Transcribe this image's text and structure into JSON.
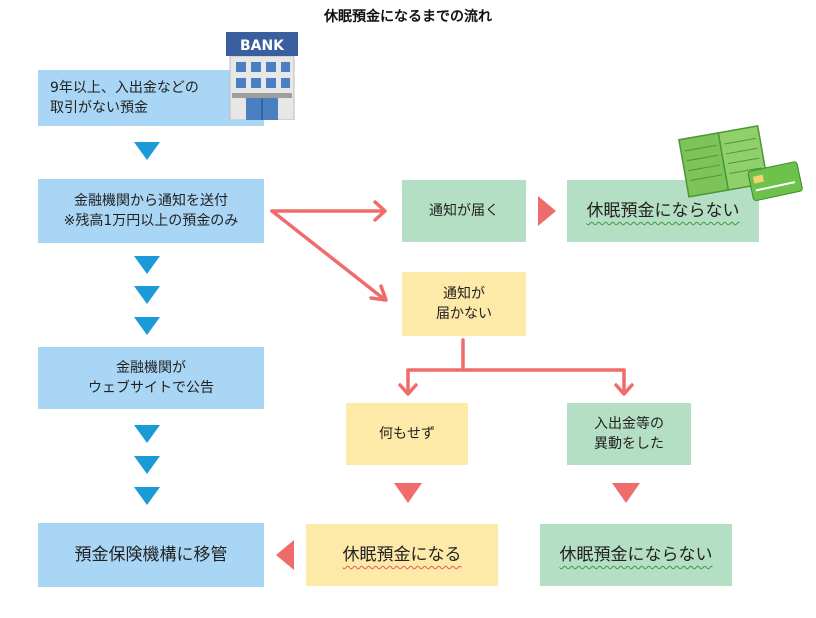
{
  "title": "休眠預金になるまでの流れ",
  "bank_sign": "BANK",
  "nodes": {
    "start": [
      "9年以上、入出金などの",
      "取引がない預金"
    ],
    "notify": [
      "金融機関から通知を送付",
      "※残高1万円以上の預金のみ"
    ],
    "announce": [
      "金融機関が",
      "ウェブサイトで公告"
    ],
    "transfer": "預金保険機構に移管",
    "delivered": "通知が届く",
    "not_dormant_1": "休眠預金にならない",
    "not_delivered": [
      "通知が",
      "届かない"
    ],
    "do_nothing": "何もせず",
    "transaction": [
      "入出金等の",
      "異動をした"
    ],
    "becomes_dormant": "休眠預金になる",
    "not_dormant_2": "休眠預金にならない"
  },
  "colors": {
    "blue_box": "#a9d6f5",
    "green_box": "#b5dfc4",
    "yellow_box": "#fde9a8",
    "blue_arrow": "#1a9bd7",
    "red_arrow": "#f06c6c"
  },
  "icons": [
    "bank-building-icon",
    "passbook-and-card-icon"
  ]
}
